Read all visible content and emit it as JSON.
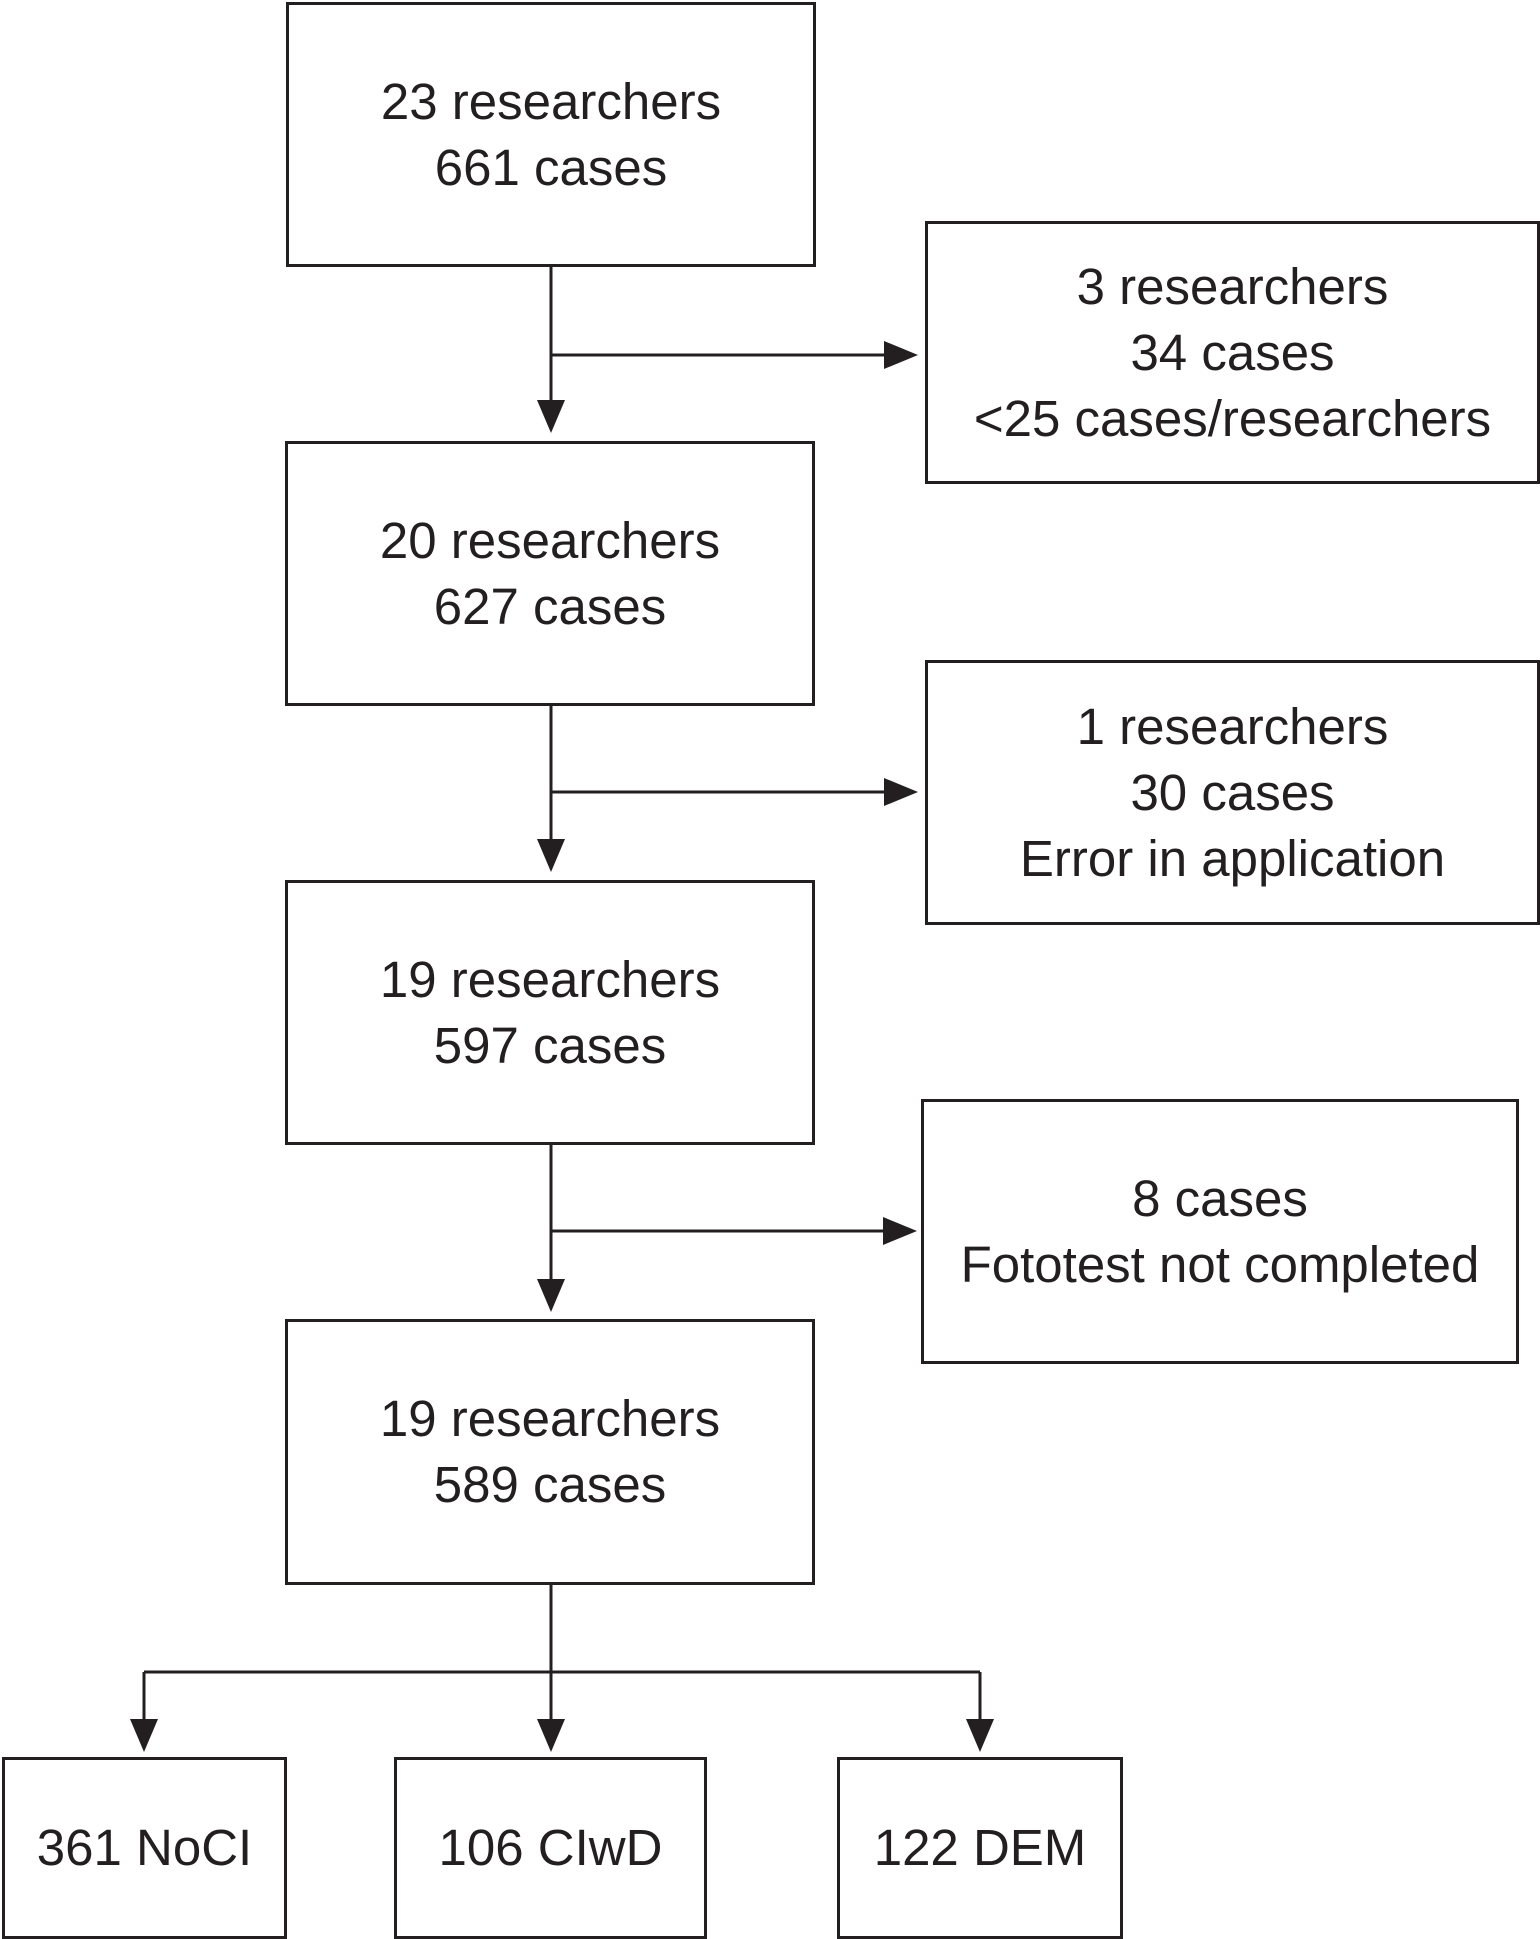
{
  "diagram": {
    "stages": [
      {
        "researchers": "23 researchers",
        "cases": "661 cases"
      },
      {
        "researchers": "20 researchers",
        "cases": "627 cases"
      },
      {
        "researchers": "19 researchers",
        "cases": "597 cases"
      },
      {
        "researchers": "19 researchers",
        "cases": "589 cases"
      }
    ],
    "exclusions": [
      {
        "line1": "3 researchers",
        "line2": "34 cases",
        "line3": "<25 cases/researchers"
      },
      {
        "line1": "1 researchers",
        "line2": "30 cases",
        "line3": "Error in application"
      },
      {
        "line1": "8 cases",
        "line2": "Fototest not completed"
      }
    ],
    "outcomes": [
      {
        "label": "361 NoCI"
      },
      {
        "label": "106 CIwD"
      },
      {
        "label": "122 DEM"
      }
    ],
    "colors": {
      "stroke": "#231f20",
      "background": "#ffffff"
    }
  }
}
